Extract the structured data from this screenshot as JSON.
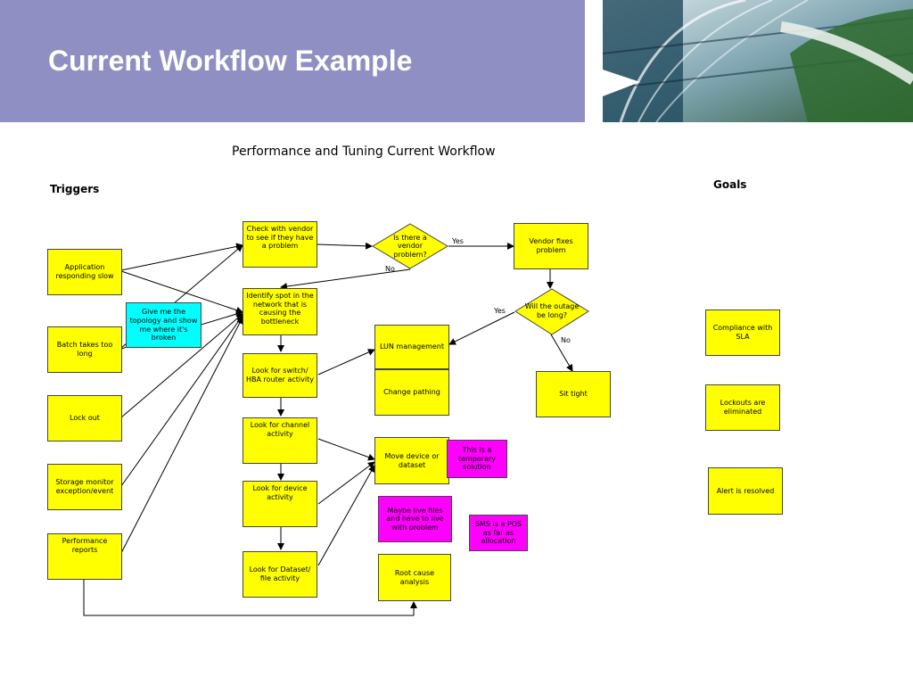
{
  "slide": {
    "title": "Current Workflow Example"
  },
  "diagram": {
    "title": "Performance and Tuning Current Workflow",
    "triggers_label": "Triggers",
    "goals_label": "Goals",
    "triggers": [
      "Application responding slow",
      "Batch takes too long",
      "Lock out",
      "Storage monitor exception/event",
      "Performance reports"
    ],
    "steps": {
      "check_vendor": "Check with vendor to see if they have a problem",
      "identify_spot": "Identify spot in the network that is causing the bottleneck",
      "look_switch": "Look for switch/ HBA router activity",
      "look_channel": "Look for channel activity",
      "look_device": "Look for device activity",
      "look_dataset": "Look for Dataset/ file activity"
    },
    "decisions": {
      "vendor_problem": "Is there a vendor problem?",
      "outage_long": "Will the outage be long?"
    },
    "actions": {
      "vendor_fixes": "Vendor fixes problem",
      "lun_management": "LUN management",
      "change_pathing": "Change pathing",
      "sit_tight": "Sit tight",
      "move_device": "Move device or dataset",
      "root_cause": "Root cause analysis"
    },
    "notes": {
      "topology": "Give me the topology and show me where it's broken",
      "temporary": "This is a temporary solution",
      "maybe_live": "Maybe live files and have to live with problem",
      "sms_pos": "SMS is a POS as far as allocation"
    },
    "goals": [
      "Compliance with SLA",
      "Lockouts are eliminated",
      "Alert is resolved"
    ],
    "edge_labels": {
      "yes1": "Yes",
      "no1": "No",
      "yes2": "Yes",
      "no2": "No"
    },
    "colors": {
      "header": "#8f8fc3",
      "box": "#ffff00",
      "note_cyan": "#00ffff",
      "note_magenta": "#ff00ff"
    }
  }
}
